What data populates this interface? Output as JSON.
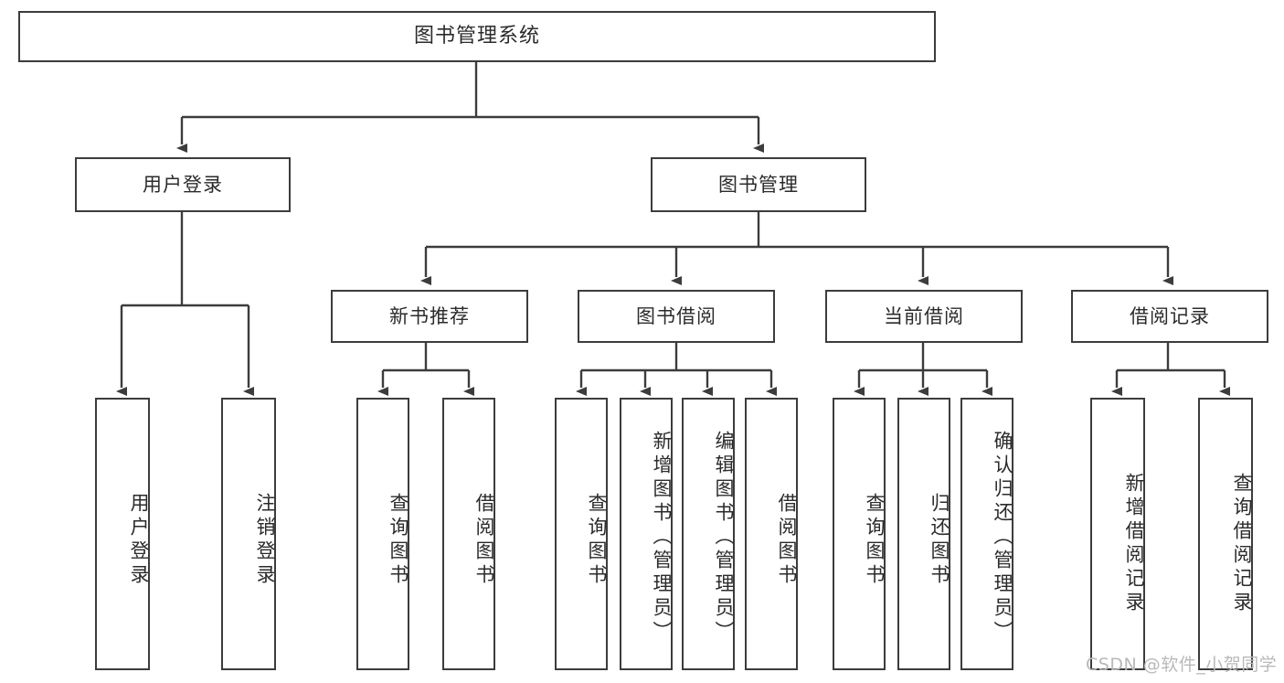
{
  "diagram": {
    "title": "图书管理系统",
    "type": "tree",
    "orientation": "top-down",
    "colors": {
      "background": "#ffffff",
      "node_fill": "#ffffff",
      "node_stroke": "#3c3c3c",
      "text": "#2b2b2b",
      "connector": "#3c3c3c",
      "watermark": "#b9b9b9"
    },
    "levels": 4
  },
  "nodes": {
    "root": {
      "id": "root",
      "label": "图书管理系统",
      "level": 1,
      "orientation": "horizontal"
    },
    "level2": [
      {
        "id": "user-login",
        "label": "用户登录",
        "level": 2,
        "orientation": "horizontal"
      },
      {
        "id": "book-manage",
        "label": "图书管理",
        "level": 2,
        "orientation": "horizontal"
      }
    ],
    "level3": [
      {
        "id": "new-book-recommend",
        "label": "新书推荐",
        "level": 3,
        "orientation": "horizontal",
        "parent": "book-manage"
      },
      {
        "id": "book-borrow",
        "label": "图书借阅",
        "level": 3,
        "orientation": "horizontal",
        "parent": "book-manage"
      },
      {
        "id": "current-borrow",
        "label": "当前借阅",
        "level": 3,
        "orientation": "horizontal",
        "parent": "book-manage"
      },
      {
        "id": "borrow-record",
        "label": "借阅记录",
        "level": 3,
        "orientation": "horizontal",
        "parent": "book-manage"
      }
    ],
    "leaves": [
      {
        "id": "leaf-user-login",
        "label": "用户登录",
        "parent": "user-login",
        "orientation": "vertical"
      },
      {
        "id": "leaf-user-logout",
        "label": "注销登录",
        "parent": "user-login",
        "orientation": "vertical"
      },
      {
        "id": "leaf-query-book-1",
        "label": "查询图书",
        "parent": "new-book-recommend",
        "orientation": "vertical"
      },
      {
        "id": "leaf-borrow-book-1",
        "label": "借阅图书",
        "parent": "new-book-recommend",
        "orientation": "vertical"
      },
      {
        "id": "leaf-query-book-2",
        "label": "查询图书",
        "parent": "book-borrow",
        "orientation": "vertical"
      },
      {
        "id": "leaf-add-book",
        "label": "新增图书（管理员）",
        "parent": "book-borrow",
        "orientation": "vertical"
      },
      {
        "id": "leaf-edit-book",
        "label": "编辑图书（管理员）",
        "parent": "book-borrow",
        "orientation": "vertical"
      },
      {
        "id": "leaf-borrow-book-2",
        "label": "借阅图书",
        "parent": "book-borrow",
        "orientation": "vertical"
      },
      {
        "id": "leaf-query-book-3",
        "label": "查询图书",
        "parent": "current-borrow",
        "orientation": "vertical"
      },
      {
        "id": "leaf-return-book",
        "label": "归还图书",
        "parent": "current-borrow",
        "orientation": "vertical"
      },
      {
        "id": "leaf-confirm-return",
        "label": "确认归还（管理员）",
        "parent": "current-borrow",
        "orientation": "vertical"
      },
      {
        "id": "leaf-add-record",
        "label": "新增借阅记录",
        "parent": "borrow-record",
        "orientation": "vertical"
      },
      {
        "id": "leaf-query-record",
        "label": "查询借阅记录",
        "parent": "borrow-record",
        "orientation": "vertical"
      }
    ]
  },
  "watermark": {
    "text": "CSDN @软件_小贺同学"
  }
}
